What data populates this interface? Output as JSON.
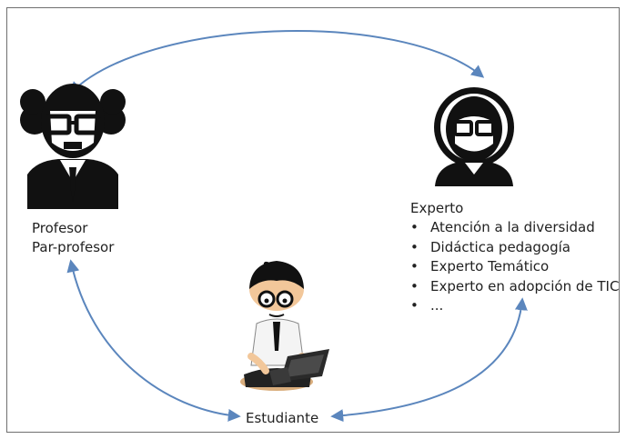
{
  "profesor": {
    "line1": "Profesor",
    "line2": "Par-profesor"
  },
  "experto": {
    "title": "Experto",
    "items": [
      "Atención a la diversidad",
      "Didáctica pedagogía",
      "Experto Temático",
      "Experto en adopción de TIC",
      "..."
    ]
  },
  "estudiante": {
    "label": "Estudiante"
  },
  "colors": {
    "arrow": "#5b86bd",
    "figure": "#111111",
    "frame": "#6f6f6f"
  },
  "icons": [
    "professor-icon",
    "expert-icon",
    "student-with-laptop-icon"
  ]
}
